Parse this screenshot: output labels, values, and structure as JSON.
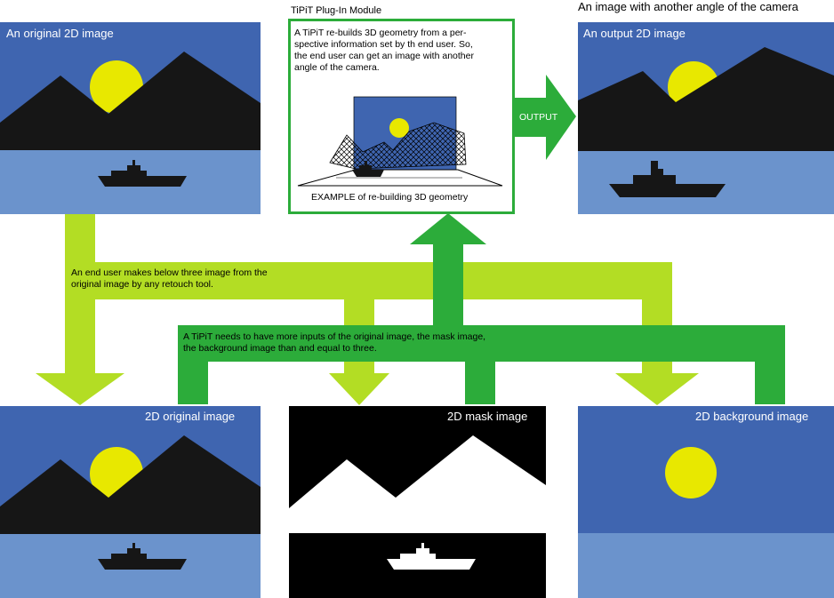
{
  "colors": {
    "sky": "#3f65b0",
    "water": "#6b93cc",
    "mountain": "#161616",
    "sun": "#e8e800",
    "arrow_lime": "#b3dd24",
    "arrow_green": "#2cac3a",
    "module_border": "#2cac3a"
  },
  "panels": {
    "original_top_label": "An original 2D image",
    "output_label": "An output 2D image",
    "original_bottom_label": "2D original image",
    "mask_label": "2D mask image",
    "background_label": "2D background image"
  },
  "module": {
    "title": "TiPiT Plug-In Module",
    "description": "A TiPiT re-builds 3D geometry from a per-\nspective information set by th end user. So,\nthe end user can get an image with another\nangle of the camera.",
    "example_caption": "EXAMPLE of re-building 3D geometry"
  },
  "output_header": "An image with another angle of the camera",
  "output_arrow_label": "OUTPUT",
  "notes": {
    "end_user": "An end user makes below three image from the\noriginal image by any retouch tool.",
    "tipit_inputs": "A TiPiT needs to have more inputs of  the original image,  the mask image,\nthe background image than and equal to  three."
  },
  "icons": {
    "ship": "ship-icon",
    "sun": "sun-icon"
  }
}
